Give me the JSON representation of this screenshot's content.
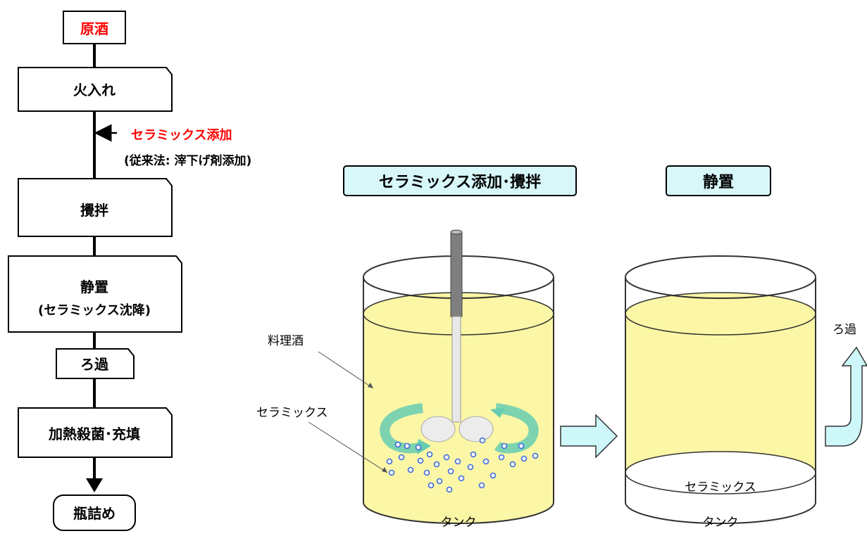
{
  "colors": {
    "accent_red": "#ff0000",
    "liquid": "#fbf7a6",
    "label_box": "#d7f7f9",
    "arrow_fill": "#cdf7f9",
    "swirl": "#66ccb2",
    "particle": "#3b6bd9"
  },
  "flow": {
    "steps": [
      {
        "label": "原酒",
        "red": true
      },
      {
        "label": "火入れ"
      },
      {
        "label": "攪拌"
      },
      {
        "label": "静置",
        "sub": "(セラミックス沈降)"
      },
      {
        "label": "ろ過"
      },
      {
        "label": "加熱殺菌･充填"
      },
      {
        "label": "瓶詰め"
      }
    ],
    "addition_label": "セラミックス添加",
    "addition_note": "(従来法: 滓下げ剤添加)"
  },
  "illustration": {
    "stage1_title": "セラミックス添加･攪拌",
    "stage2_title": "静置",
    "liquid_label": "料理酒",
    "ceramics_label": "セラミックス",
    "tank_label": "タンク",
    "settled_label": "セラミックス",
    "filter_label": "ろ過"
  }
}
